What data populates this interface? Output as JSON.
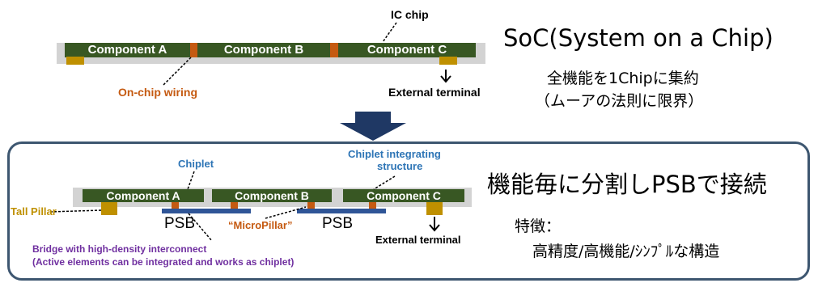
{
  "top": {
    "ic_chip_label": "IC chip",
    "components": [
      "Component A",
      "Component B",
      "Component C"
    ],
    "on_chip_wiring_label": "On-chip wiring",
    "external_terminal_label": "External terminal",
    "title": "SoC(System on a Chip)",
    "subtitle_line1": "全機能を1Chipに集約",
    "subtitle_line2": "（ムーアの法則に限界）"
  },
  "bottom": {
    "chiplet_label": "Chiplet",
    "integrating_label_line1": "Chiplet integrating",
    "integrating_label_line2": "structure",
    "components": [
      "Component A",
      "Component B",
      "Component C"
    ],
    "tall_pillar_label": "Tall Pillar",
    "psb_left": "PSB",
    "psb_right": "PSB",
    "micropillar_label": "“MicroPillar”",
    "external_terminal_label": "External terminal",
    "bridge_line1": "Bridge with high-density interconnect",
    "bridge_line2": "(Active elements can be integrated and works as chiplet)",
    "title": "機能毎に分割しPSBで接続",
    "features_label": "特徴：",
    "features_text": "高精度/高機能/ｼﾝﾌﾟﾙな構造"
  },
  "colors": {
    "chip_gray": "#d3d3d3",
    "component_green": "#385723",
    "wiring_orange": "#c55a11",
    "pillar_gold": "#bf9000",
    "psb_blue": "#2f5597",
    "chiplet_label_blue": "#2e75b6",
    "bridge_purple": "#7030a0",
    "arrow_navy": "#1f3864",
    "panel_border": "#3d5670"
  }
}
